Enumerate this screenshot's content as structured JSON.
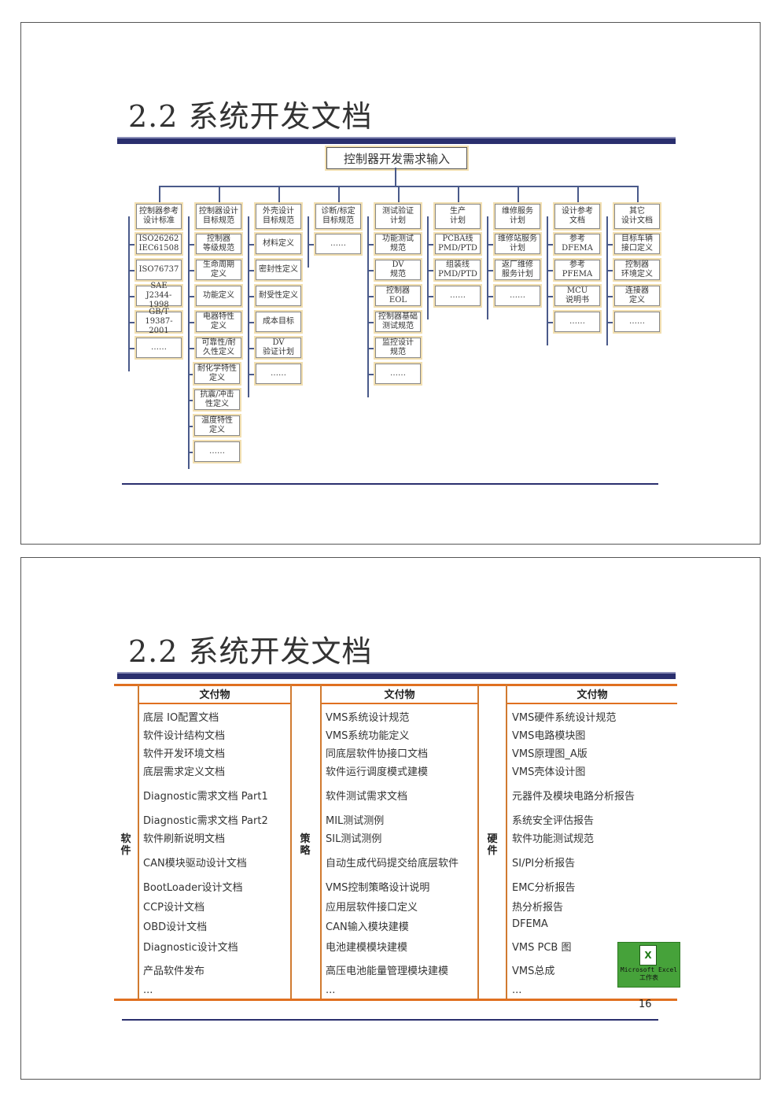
{
  "slide1": {
    "title": "2.2 系统开发文档",
    "root": "控制器开发需求输入",
    "columns": [
      {
        "head": "控制器参考\n设计标准",
        "items": [
          "ISO26262\nIEC61508",
          "ISO76737",
          "SAE\nJ2344-1998",
          "GB/T\n19387-2001",
          "……"
        ]
      },
      {
        "head": "控制器设计\n目标规范",
        "items": [
          "控制器\n等级规范",
          "生命周期\n定义",
          "功能定义",
          "电器特性\n定义",
          "可靠性/耐\n久性定义"
        ],
        "sub": [
          "耐化学特性\n定义",
          "抗震/冲击\n性定义",
          "温度特性\n定义",
          "……"
        ]
      },
      {
        "head": "外壳设计\n目标规范",
        "items": [
          "材料定义",
          "密封性定义",
          "耐受性定义",
          "成本目标",
          "DV\n验证计划",
          "……"
        ]
      },
      {
        "head": "诊断/标定\n目标规范",
        "items": [
          "……"
        ]
      },
      {
        "head": "测试验证\n计划",
        "items": [
          "功能测试\n规范",
          "DV\n规范",
          "控制器\nEOL",
          "控制器基础\n测试规范",
          "监控设计\n规范",
          "……"
        ]
      },
      {
        "head": "生产\n计划",
        "items": [
          "PCBA线\nPMD/PTD",
          "组装线\nPMD/PTD",
          "……"
        ]
      },
      {
        "head": "维修服务\n计划",
        "items": [
          "维修站服务\n计划",
          "返厂维修\n服务计划",
          "……"
        ]
      },
      {
        "head": "设计参考\n文档",
        "items": [
          "参考\nDFEMA",
          "参考\nPFEMA",
          "MCU\n说明书",
          "……"
        ]
      },
      {
        "head": "其它\n设计文档",
        "items": [
          "目标车辆\n接口定义",
          "控制器\n环境定义",
          "连接器\n定义",
          "……"
        ]
      }
    ]
  },
  "slide2": {
    "title": "2.2 系统开发文档",
    "header": "文付物",
    "groups": [
      {
        "label": "软件",
        "items": [
          "底层 IO配置文档",
          "软件设计结构文档",
          "软件开发环境文档",
          "底层需求定义文档",
          "Diagnostic需求文档 Part1",
          "Diagnostic需求文档 Part2",
          "软件刷新说明文档",
          "CAN模块驱动设计文档",
          "BootLoader设计文档",
          "CCP设计文档",
          "OBD设计文档",
          "Diagnostic设计文档",
          "产品软件发布",
          "..."
        ]
      },
      {
        "label": "策略",
        "items": [
          "VMS系统设计规范",
          "VMS系统功能定义",
          "同底层软件协接口文档",
          "软件运行调度模式建模",
          "软件测试需求文档",
          "MIL测试测例",
          "SIL测试测例",
          "自动生成代码提交给底层软件",
          "VMS控制策略设计说明",
          "应用层软件接口定义",
          "CAN输入模块建模",
          "电池建模模块建模",
          "高压电池能量管理模块建模",
          "..."
        ]
      },
      {
        "label": "硬件",
        "items": [
          "VMS硬件系统设计规范",
          "VMS电路模块图",
          "VMS原理图_A版",
          "VMS壳体设计图",
          "元器件及模块电路分析报告",
          "系统安全评估报告",
          "软件功能测试规范",
          "SI/PI分析报告",
          "EMC分析报告",
          "热分析报告",
          "DFEMA",
          "VMS PCB 图",
          "VMS总成",
          "..."
        ]
      }
    ],
    "embed_label": "Microsoft Excel\n工作表",
    "page_number": "16"
  }
}
